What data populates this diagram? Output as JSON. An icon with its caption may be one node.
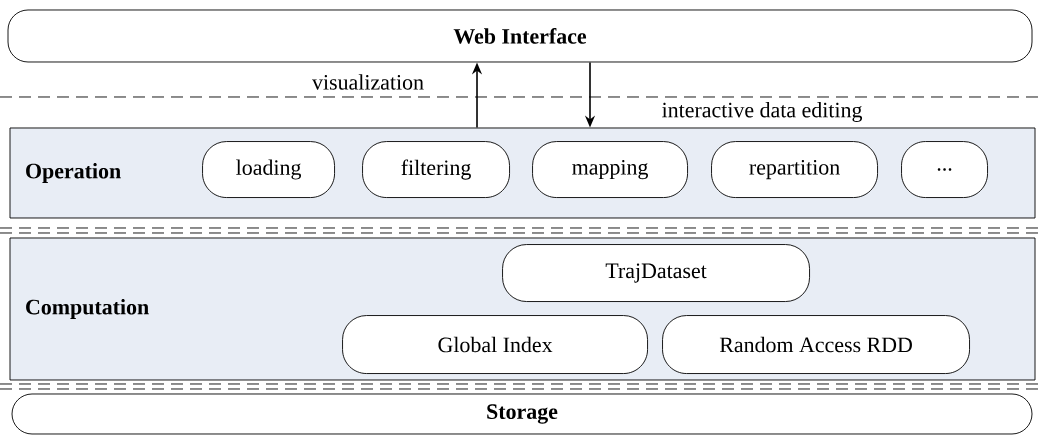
{
  "diagram": {
    "nodes": [
      {
        "text": [
          "Web Interface"
        ]
      },
      {
        "text": [
          "Operation"
        ]
      },
      {
        "text": [
          "loading"
        ],
        "in": 1
      },
      {
        "text": [
          "filtering"
        ],
        "in": 1
      },
      {
        "text": [
          "mapping"
        ],
        "in": 1
      },
      {
        "text": [
          "repartition"
        ],
        "in": 1
      },
      {
        "text": [
          "..."
        ],
        "in": 1
      },
      {
        "text": [
          "Computation"
        ]
      },
      {
        "text": [
          "TrajDataset"
        ],
        "in": 7
      },
      {
        "text": [
          "Global Index"
        ],
        "in": 7
      },
      {
        "text": [
          "Random Access RDD"
        ],
        "in": 7
      },
      {
        "text": [
          "Storage"
        ]
      }
    ],
    "edges": [
      {
        "from": 1,
        "to": 0,
        "arrow": "to",
        "label": "visualization"
      },
      {
        "from": 0,
        "to": 1,
        "arrow": "to",
        "label": "interactive data editing"
      }
    ]
  }
}
